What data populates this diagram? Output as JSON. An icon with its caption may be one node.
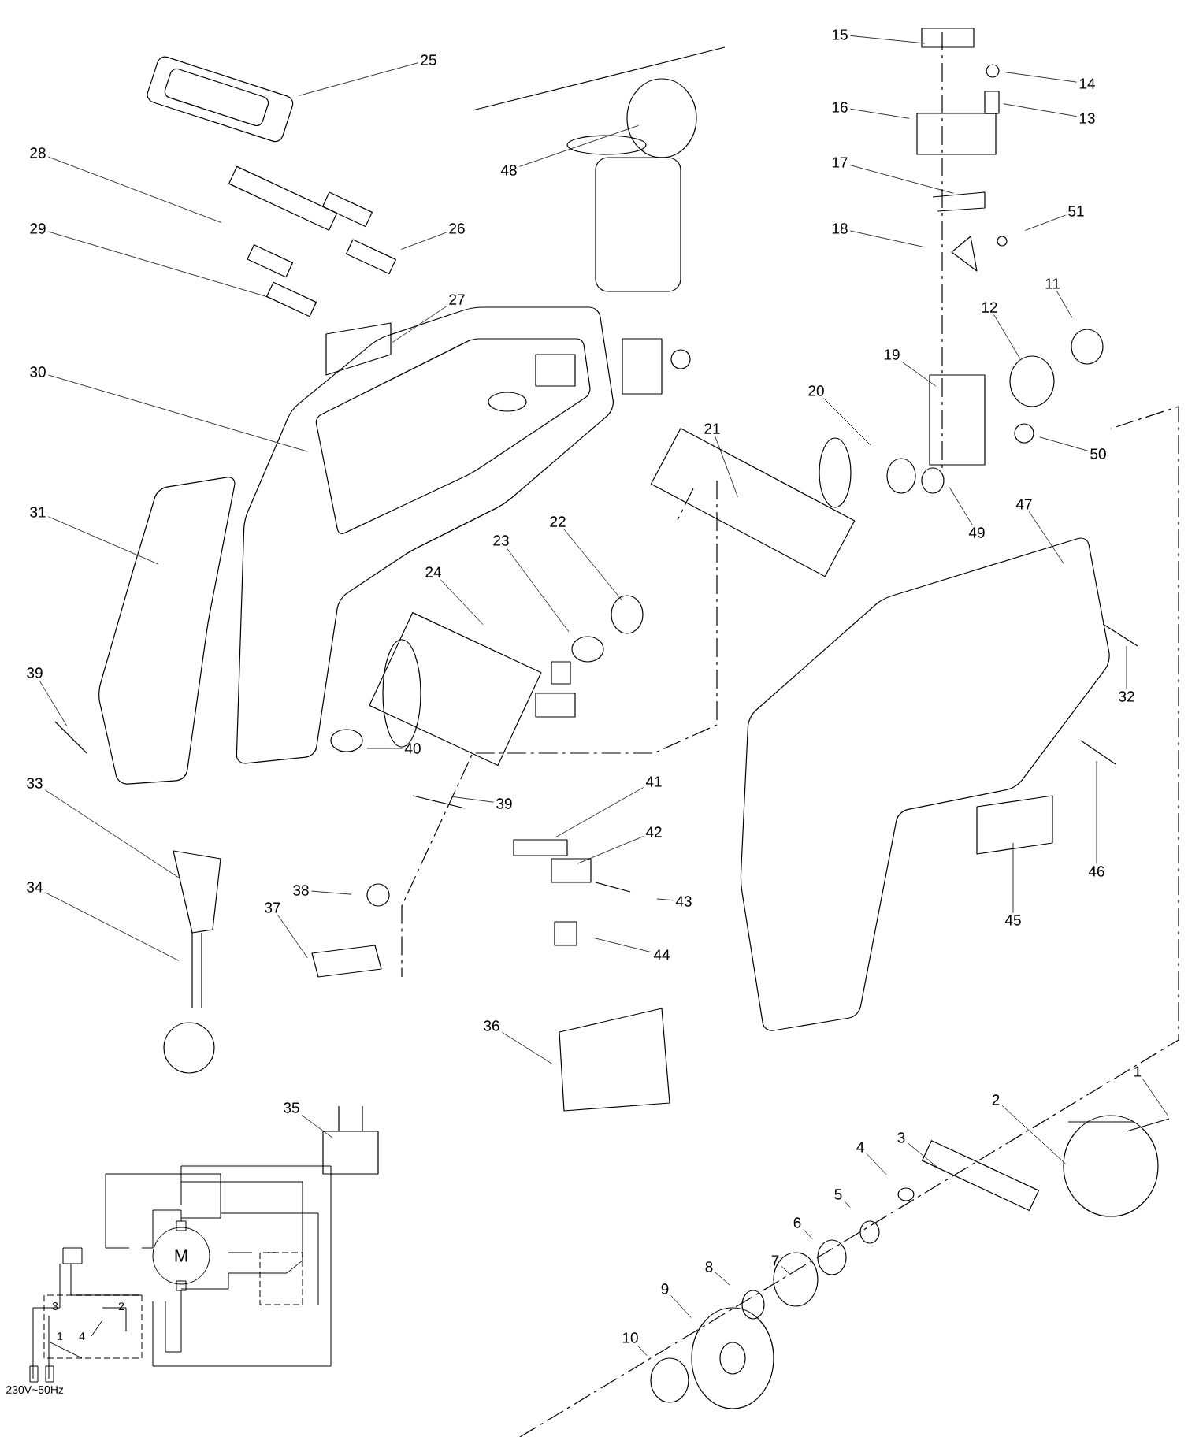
{
  "diagram": {
    "nodes": [
      {
        "text": [
          "25"
        ]
      },
      {
        "text": [
          "15"
        ]
      },
      {
        "text": [
          "48"
        ]
      },
      {
        "text": [
          "14"
        ]
      },
      {
        "text": [
          "13"
        ]
      },
      {
        "text": [
          "16"
        ]
      },
      {
        "text": [
          "28"
        ]
      },
      {
        "text": [
          "17"
        ]
      },
      {
        "text": [
          "29"
        ]
      },
      {
        "text": [
          "26"
        ]
      },
      {
        "text": [
          "18"
        ]
      },
      {
        "text": [
          "51"
        ]
      },
      {
        "text": [
          "11"
        ]
      },
      {
        "text": [
          "27"
        ]
      },
      {
        "text": [
          "12"
        ]
      },
      {
        "text": [
          "19"
        ]
      },
      {
        "text": [
          "30"
        ]
      },
      {
        "text": [
          "20"
        ]
      },
      {
        "text": [
          "21"
        ]
      },
      {
        "text": [
          "50"
        ]
      },
      {
        "text": [
          "31"
        ]
      },
      {
        "text": [
          "47"
        ]
      },
      {
        "text": [
          "22"
        ]
      },
      {
        "text": [
          "49"
        ]
      },
      {
        "text": [
          "23"
        ]
      },
      {
        "text": [
          "24"
        ]
      },
      {
        "text": [
          "39"
        ]
      },
      {
        "text": [
          "32"
        ]
      },
      {
        "text": [
          "40"
        ]
      },
      {
        "text": [
          "41"
        ]
      },
      {
        "text": [
          "33"
        ]
      },
      {
        "text": [
          "39"
        ]
      },
      {
        "text": [
          "42"
        ]
      },
      {
        "text": [
          "46"
        ]
      },
      {
        "text": [
          "34"
        ]
      },
      {
        "text": [
          "38"
        ]
      },
      {
        "text": [
          "43"
        ]
      },
      {
        "text": [
          "37"
        ]
      },
      {
        "text": [
          "45"
        ]
      },
      {
        "text": [
          "44"
        ]
      },
      {
        "text": [
          "36"
        ]
      },
      {
        "text": [
          "1"
        ]
      },
      {
        "text": [
          "2"
        ]
      },
      {
        "text": [
          "35"
        ]
      },
      {
        "text": [
          "3"
        ]
      },
      {
        "text": [
          "4"
        ]
      },
      {
        "text": [
          "5"
        ]
      },
      {
        "text": [
          "6"
        ]
      },
      {
        "text": [
          "7"
        ]
      },
      {
        "text": [
          "8"
        ]
      },
      {
        "text": [
          "9"
        ]
      },
      {
        "text": [
          "10"
        ]
      }
    ],
    "edges": [
      {
        "from": 0,
        "to": null,
        "arrow": "none"
      },
      {
        "from": 1,
        "to": null,
        "arrow": "none"
      },
      {
        "from": 2,
        "to": null,
        "arrow": "none"
      },
      {
        "from": 3,
        "to": null,
        "arrow": "none"
      },
      {
        "from": 4,
        "to": null,
        "arrow": "none"
      },
      {
        "from": 5,
        "to": null,
        "arrow": "none"
      },
      {
        "from": 6,
        "to": null,
        "arrow": "none"
      },
      {
        "from": 7,
        "to": null,
        "arrow": "none"
      },
      {
        "from": 8,
        "to": null,
        "arrow": "none"
      },
      {
        "from": 9,
        "to": null,
        "arrow": "none"
      },
      {
        "from": 10,
        "to": null,
        "arrow": "none"
      },
      {
        "from": 11,
        "to": null,
        "arrow": "none"
      },
      {
        "from": 12,
        "to": null,
        "arrow": "none"
      },
      {
        "from": 13,
        "to": null,
        "arrow": "none"
      },
      {
        "from": 14,
        "to": null,
        "arrow": "none"
      },
      {
        "from": 15,
        "to": null,
        "arrow": "none"
      },
      {
        "from": 16,
        "to": null,
        "arrow": "none"
      },
      {
        "from": 17,
        "to": null,
        "arrow": "none"
      },
      {
        "from": 18,
        "to": null,
        "arrow": "none"
      },
      {
        "from": 19,
        "to": null,
        "arrow": "none"
      },
      {
        "from": 20,
        "to": null,
        "arrow": "none"
      },
      {
        "from": 21,
        "to": null,
        "arrow": "none"
      },
      {
        "from": 22,
        "to": null,
        "arrow": "none"
      },
      {
        "from": 23,
        "to": null,
        "arrow": "none"
      },
      {
        "from": 24,
        "to": null,
        "arrow": "none"
      },
      {
        "from": 25,
        "to": null,
        "arrow": "none"
      },
      {
        "from": 26,
        "to": null,
        "arrow": "none"
      },
      {
        "from": 27,
        "to": null,
        "arrow": "none"
      },
      {
        "from": 28,
        "to": null,
        "arrow": "none"
      },
      {
        "from": 29,
        "to": null,
        "arrow": "none"
      },
      {
        "from": 30,
        "to": null,
        "arrow": "none"
      },
      {
        "from": 31,
        "to": null,
        "arrow": "none"
      },
      {
        "from": 32,
        "to": null,
        "arrow": "none"
      },
      {
        "from": 33,
        "to": null,
        "arrow": "none"
      },
      {
        "from": 34,
        "to": null,
        "arrow": "none"
      },
      {
        "from": 35,
        "to": null,
        "arrow": "none"
      },
      {
        "from": 36,
        "to": null,
        "arrow": "none"
      },
      {
        "from": 37,
        "to": null,
        "arrow": "none"
      },
      {
        "from": 38,
        "to": null,
        "arrow": "none"
      },
      {
        "from": 39,
        "to": null,
        "arrow": "none"
      },
      {
        "from": 40,
        "to": null,
        "arrow": "none"
      },
      {
        "from": 41,
        "to": null,
        "arrow": "none"
      },
      {
        "from": 42,
        "to": null,
        "arrow": "none"
      },
      {
        "from": 43,
        "to": null,
        "arrow": "none"
      },
      {
        "from": 44,
        "to": null,
        "arrow": "none"
      },
      {
        "from": 45,
        "to": null,
        "arrow": "none"
      },
      {
        "from": 46,
        "to": null,
        "arrow": "none"
      },
      {
        "from": 47,
        "to": null,
        "arrow": "none"
      },
      {
        "from": 48,
        "to": null,
        "arrow": "none"
      },
      {
        "from": 49,
        "to": null,
        "arrow": "none"
      },
      {
        "from": 50,
        "to": null,
        "arrow": "none"
      },
      {
        "from": 51,
        "to": null,
        "arrow": "none"
      }
    ],
    "labels": [
      "M",
      "3",
      "2",
      "1",
      "4",
      "230V~50Hz"
    ]
  }
}
